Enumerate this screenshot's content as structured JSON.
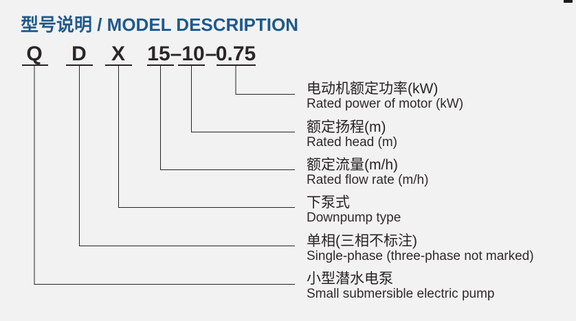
{
  "page": {
    "background": "#f2f2f2"
  },
  "header": {
    "title": "型号说明 / MODEL DESCRIPTION",
    "accent_color": "#20598a"
  },
  "model_code": {
    "segments": [
      {
        "id": "series",
        "text": "Q"
      },
      {
        "id": "phase",
        "text": "D"
      },
      {
        "id": "pump-type",
        "text": "X"
      },
      {
        "id": "flow-head",
        "text": "15–10"
      },
      {
        "id": "separator-dash",
        "text": "–"
      },
      {
        "id": "power",
        "text": "0.75"
      }
    ]
  },
  "legend": [
    {
      "code": "0.75",
      "zh": "电动机额定功率(kW)",
      "en": "Rated power of motor (kW)"
    },
    {
      "code": "10",
      "zh": "额定扬程(m)",
      "en": "Rated head (m)"
    },
    {
      "code": "15",
      "zh": "额定流量(m/h)",
      "en": "Rated flow rate (m/h)"
    },
    {
      "code": "X",
      "zh": "下泵式",
      "en": "Downpump type"
    },
    {
      "code": "D",
      "zh": "单相(三相不标注)",
      "en": "Single-phase (three-phase not marked)"
    },
    {
      "code": "Q",
      "zh": "小型潜水电泵",
      "en": "Small submersible electric pump"
    }
  ],
  "colors": {
    "background": "#f2f2f2",
    "title_blue": "#20598a",
    "text_dark": "#272324",
    "line_dark": "#262223"
  }
}
